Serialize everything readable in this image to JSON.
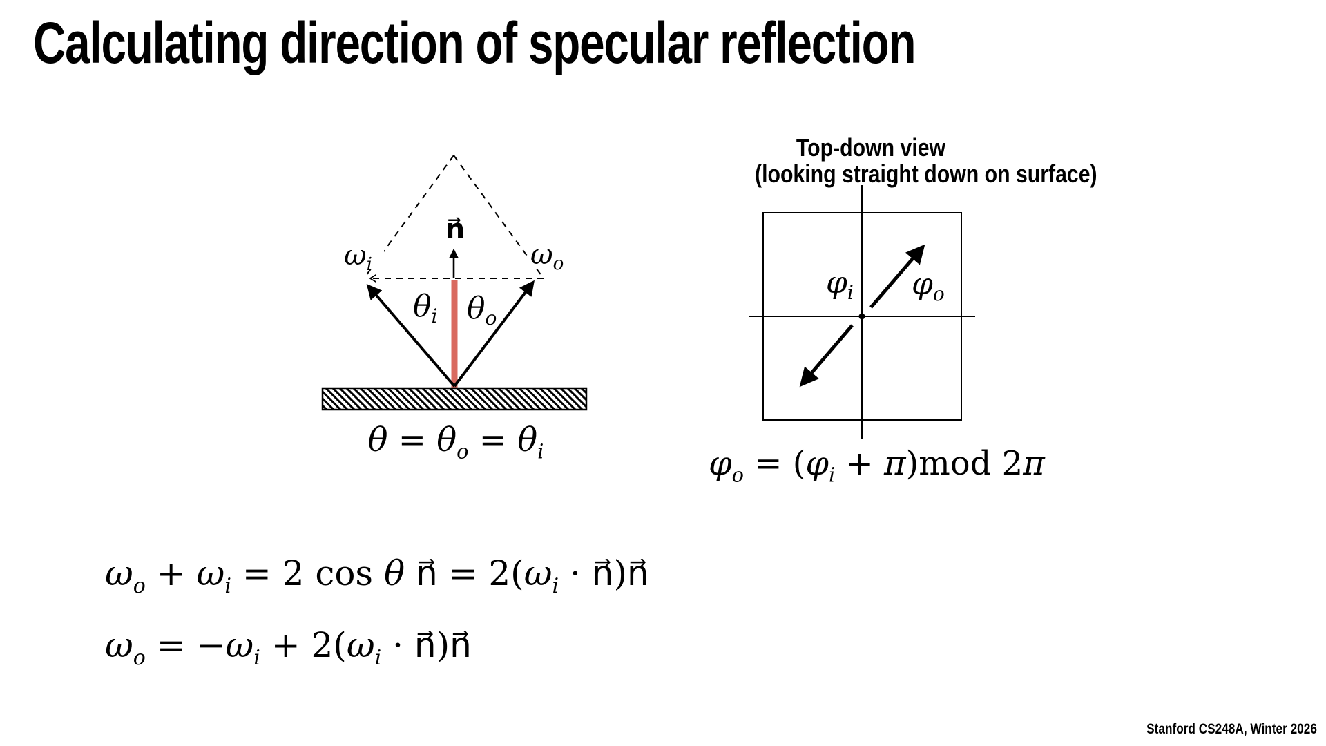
{
  "slide": {
    "title": "Calculating direction of specular reflection",
    "footer": "Stanford CS248A, Winter 2026",
    "background_color": "#ffffff",
    "line_color": "#000000",
    "accent_red": "#d96a60"
  },
  "side_view": {
    "normal_label": "n⃗",
    "omega_i": {
      "base": "ω",
      "sub": "i"
    },
    "omega_o": {
      "base": "ω",
      "sub": "o"
    },
    "theta_i": {
      "base": "θ",
      "sub": "i"
    },
    "theta_o": {
      "base": "θ",
      "sub": "o"
    },
    "equation": {
      "t1": "θ",
      "r1": " = ",
      "t2": "θ",
      "s2": "o",
      "r2": " = ",
      "t3": "θ",
      "s3": "i"
    }
  },
  "top_view": {
    "heading1": "Top-down view",
    "heading2": "(looking straight down on surface)",
    "phi_i": {
      "base": "φ",
      "sub": "i"
    },
    "phi_o": {
      "base": "φ",
      "sub": "o"
    },
    "equation": {
      "v1": "φ",
      "s1": "o",
      "r1": " = (",
      "v2": "φ",
      "s2": "i",
      "r2": " + ",
      "v3": "π",
      "r3": ")",
      "fn": "mod",
      "r4": " 2",
      "v4": "π"
    }
  },
  "derivation": {
    "eq1": {
      "v1": "ω",
      "s1": "o",
      "r1": " + ",
      "v2": "ω",
      "s2": "i",
      "r2": " = 2 ",
      "fn": "cos",
      "r3": " ",
      "v3": "θ",
      "r4": " n⃗ = 2(",
      "v4": "ω",
      "s4": "i",
      "r5": " · n⃗)n⃗"
    },
    "eq2": {
      "v1": "ω",
      "s1": "o",
      "r1": " = −",
      "v2": "ω",
      "s2": "i",
      "r2": " + 2(",
      "v3": "ω",
      "s3": "i",
      "r3": " · n⃗)n⃗"
    }
  }
}
